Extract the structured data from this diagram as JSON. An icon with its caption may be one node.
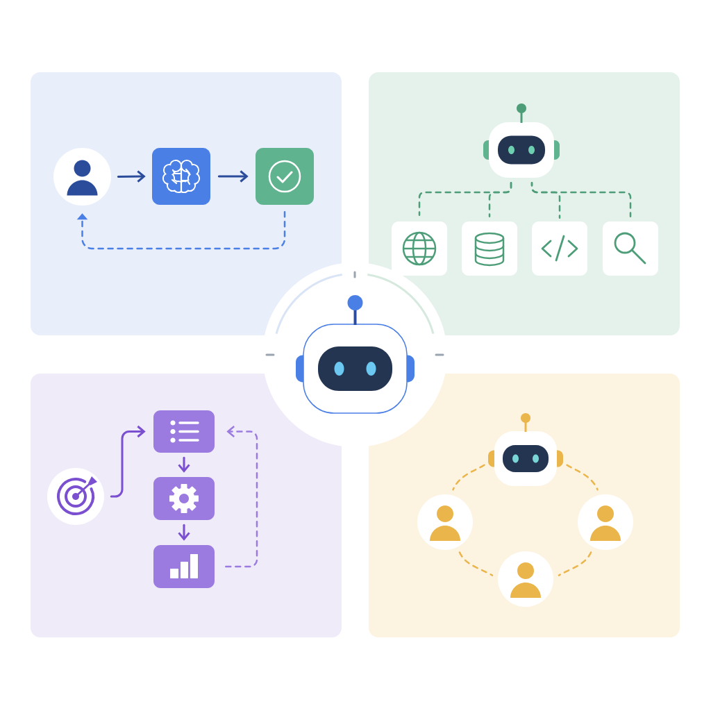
{
  "diagram": {
    "nodes": [
      {
        "text": [],
        "shape": "box"
      },
      {
        "text": [],
        "shape": "circle",
        "in": 0
      },
      {
        "text": [],
        "shape": "box",
        "in": 0
      },
      {
        "text": [],
        "shape": "box",
        "in": 0
      },
      {
        "text": [],
        "shape": "box"
      },
      {
        "text": [],
        "shape": "picture",
        "in": 4
      },
      {
        "text": [],
        "shape": "box",
        "in": 4
      },
      {
        "text": [],
        "shape": "box",
        "in": 4
      },
      {
        "text": [],
        "shape": "box",
        "in": 4
      },
      {
        "text": [],
        "shape": "box",
        "in": 4
      },
      {
        "text": [],
        "shape": "box"
      },
      {
        "text": [],
        "shape": "circle",
        "in": 10
      },
      {
        "text": [],
        "shape": "box",
        "in": 10
      },
      {
        "text": [],
        "shape": "box",
        "in": 10
      },
      {
        "text": [],
        "shape": "box",
        "in": 10
      },
      {
        "text": [],
        "shape": "box"
      },
      {
        "text": [],
        "shape": "picture",
        "in": 15
      },
      {
        "text": [],
        "shape": "circle",
        "in": 15
      },
      {
        "text": [],
        "shape": "circle",
        "in": 15
      },
      {
        "text": [],
        "shape": "circle",
        "in": 15
      },
      {
        "text": [],
        "shape": "circle"
      },
      {
        "text": [],
        "shape": "picture",
        "in": 20
      }
    ],
    "edges": [
      {
        "from": 1,
        "to": 2,
        "arrow": "to",
        "color": "#2b4b9b"
      },
      {
        "from": 2,
        "to": 3,
        "arrow": "to",
        "color": "#2b4b9b"
      },
      {
        "from": 3,
        "to": 1,
        "arrow": "to",
        "style": "dashed",
        "color": "#4a7fe6"
      },
      {
        "from": 5,
        "to": 6,
        "arrow": "none",
        "style": "dashed",
        "color": "#4d9e78"
      },
      {
        "from": 5,
        "to": 7,
        "arrow": "none",
        "style": "dashed",
        "color": "#4d9e78"
      },
      {
        "from": 5,
        "to": 8,
        "arrow": "none",
        "style": "dashed",
        "color": "#4d9e78"
      },
      {
        "from": 5,
        "to": 9,
        "arrow": "none",
        "style": "dashed",
        "color": "#4d9e78"
      },
      {
        "from": 11,
        "to": 12,
        "arrow": "to",
        "color": "#7a4fd0"
      },
      {
        "from": 12,
        "to": 13,
        "arrow": "to",
        "color": "#7a4fd0"
      },
      {
        "from": 13,
        "to": 14,
        "arrow": "to",
        "color": "#7a4fd0"
      },
      {
        "from": 14,
        "to": 12,
        "arrow": "to",
        "style": "dashed",
        "color": "#9b7be0"
      },
      {
        "from": 16,
        "to": 17,
        "arrow": "none",
        "style": "dashed",
        "color": "#eab54a"
      },
      {
        "from": 16,
        "to": 18,
        "arrow": "none",
        "style": "dashed",
        "color": "#eab54a"
      },
      {
        "from": 17,
        "to": 19,
        "arrow": "none",
        "style": "dashed",
        "color": "#eab54a"
      },
      {
        "from": 18,
        "to": 19,
        "arrow": "none",
        "style": "dashed",
        "color": "#eab54a"
      }
    ]
  }
}
